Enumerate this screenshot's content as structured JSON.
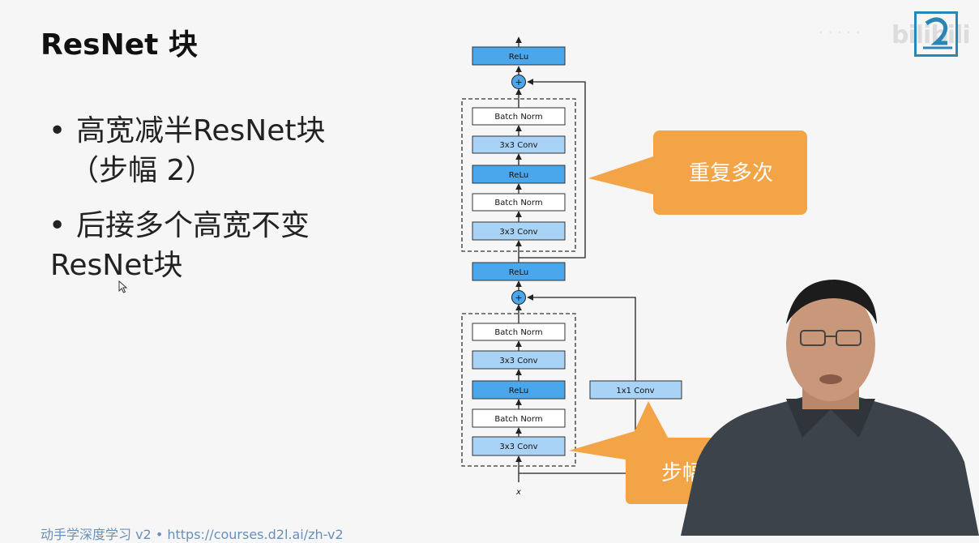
{
  "slide": {
    "title": "ResNet 块",
    "bullets": [
      {
        "lines": [
          "高宽减半ResNet块",
          "（步幅 2）"
        ]
      },
      {
        "lines": [
          "后接多个高宽不变",
          "ResNet块"
        ]
      }
    ],
    "footer": "动手学深度学习 v2 • https://courses.d2l.ai/zh-v2"
  },
  "watermark": {
    "text": "bilibili"
  },
  "diagram": {
    "upper_block": {
      "top_relu": "ReLu",
      "add_symbol": "+",
      "layers": [
        "Batch Norm",
        "3x3 Conv",
        "ReLu",
        "Batch Norm",
        "3x3 Conv"
      ],
      "callout": "重复多次"
    },
    "lower_block": {
      "top_relu": "ReLu",
      "add_symbol": "+",
      "layers": [
        "Batch Norm",
        "3x3 Conv",
        "ReLu",
        "Batch Norm",
        "3x3 Conv"
      ],
      "shortcut": "1x1 Conv",
      "callout": "步幅"
    },
    "input_label": "x"
  },
  "colors": {
    "accent_dark": "#4aa7ec",
    "accent_light": "#a9d3f6",
    "callout": "#f3a447",
    "logo_blue": "#2a86b5"
  }
}
